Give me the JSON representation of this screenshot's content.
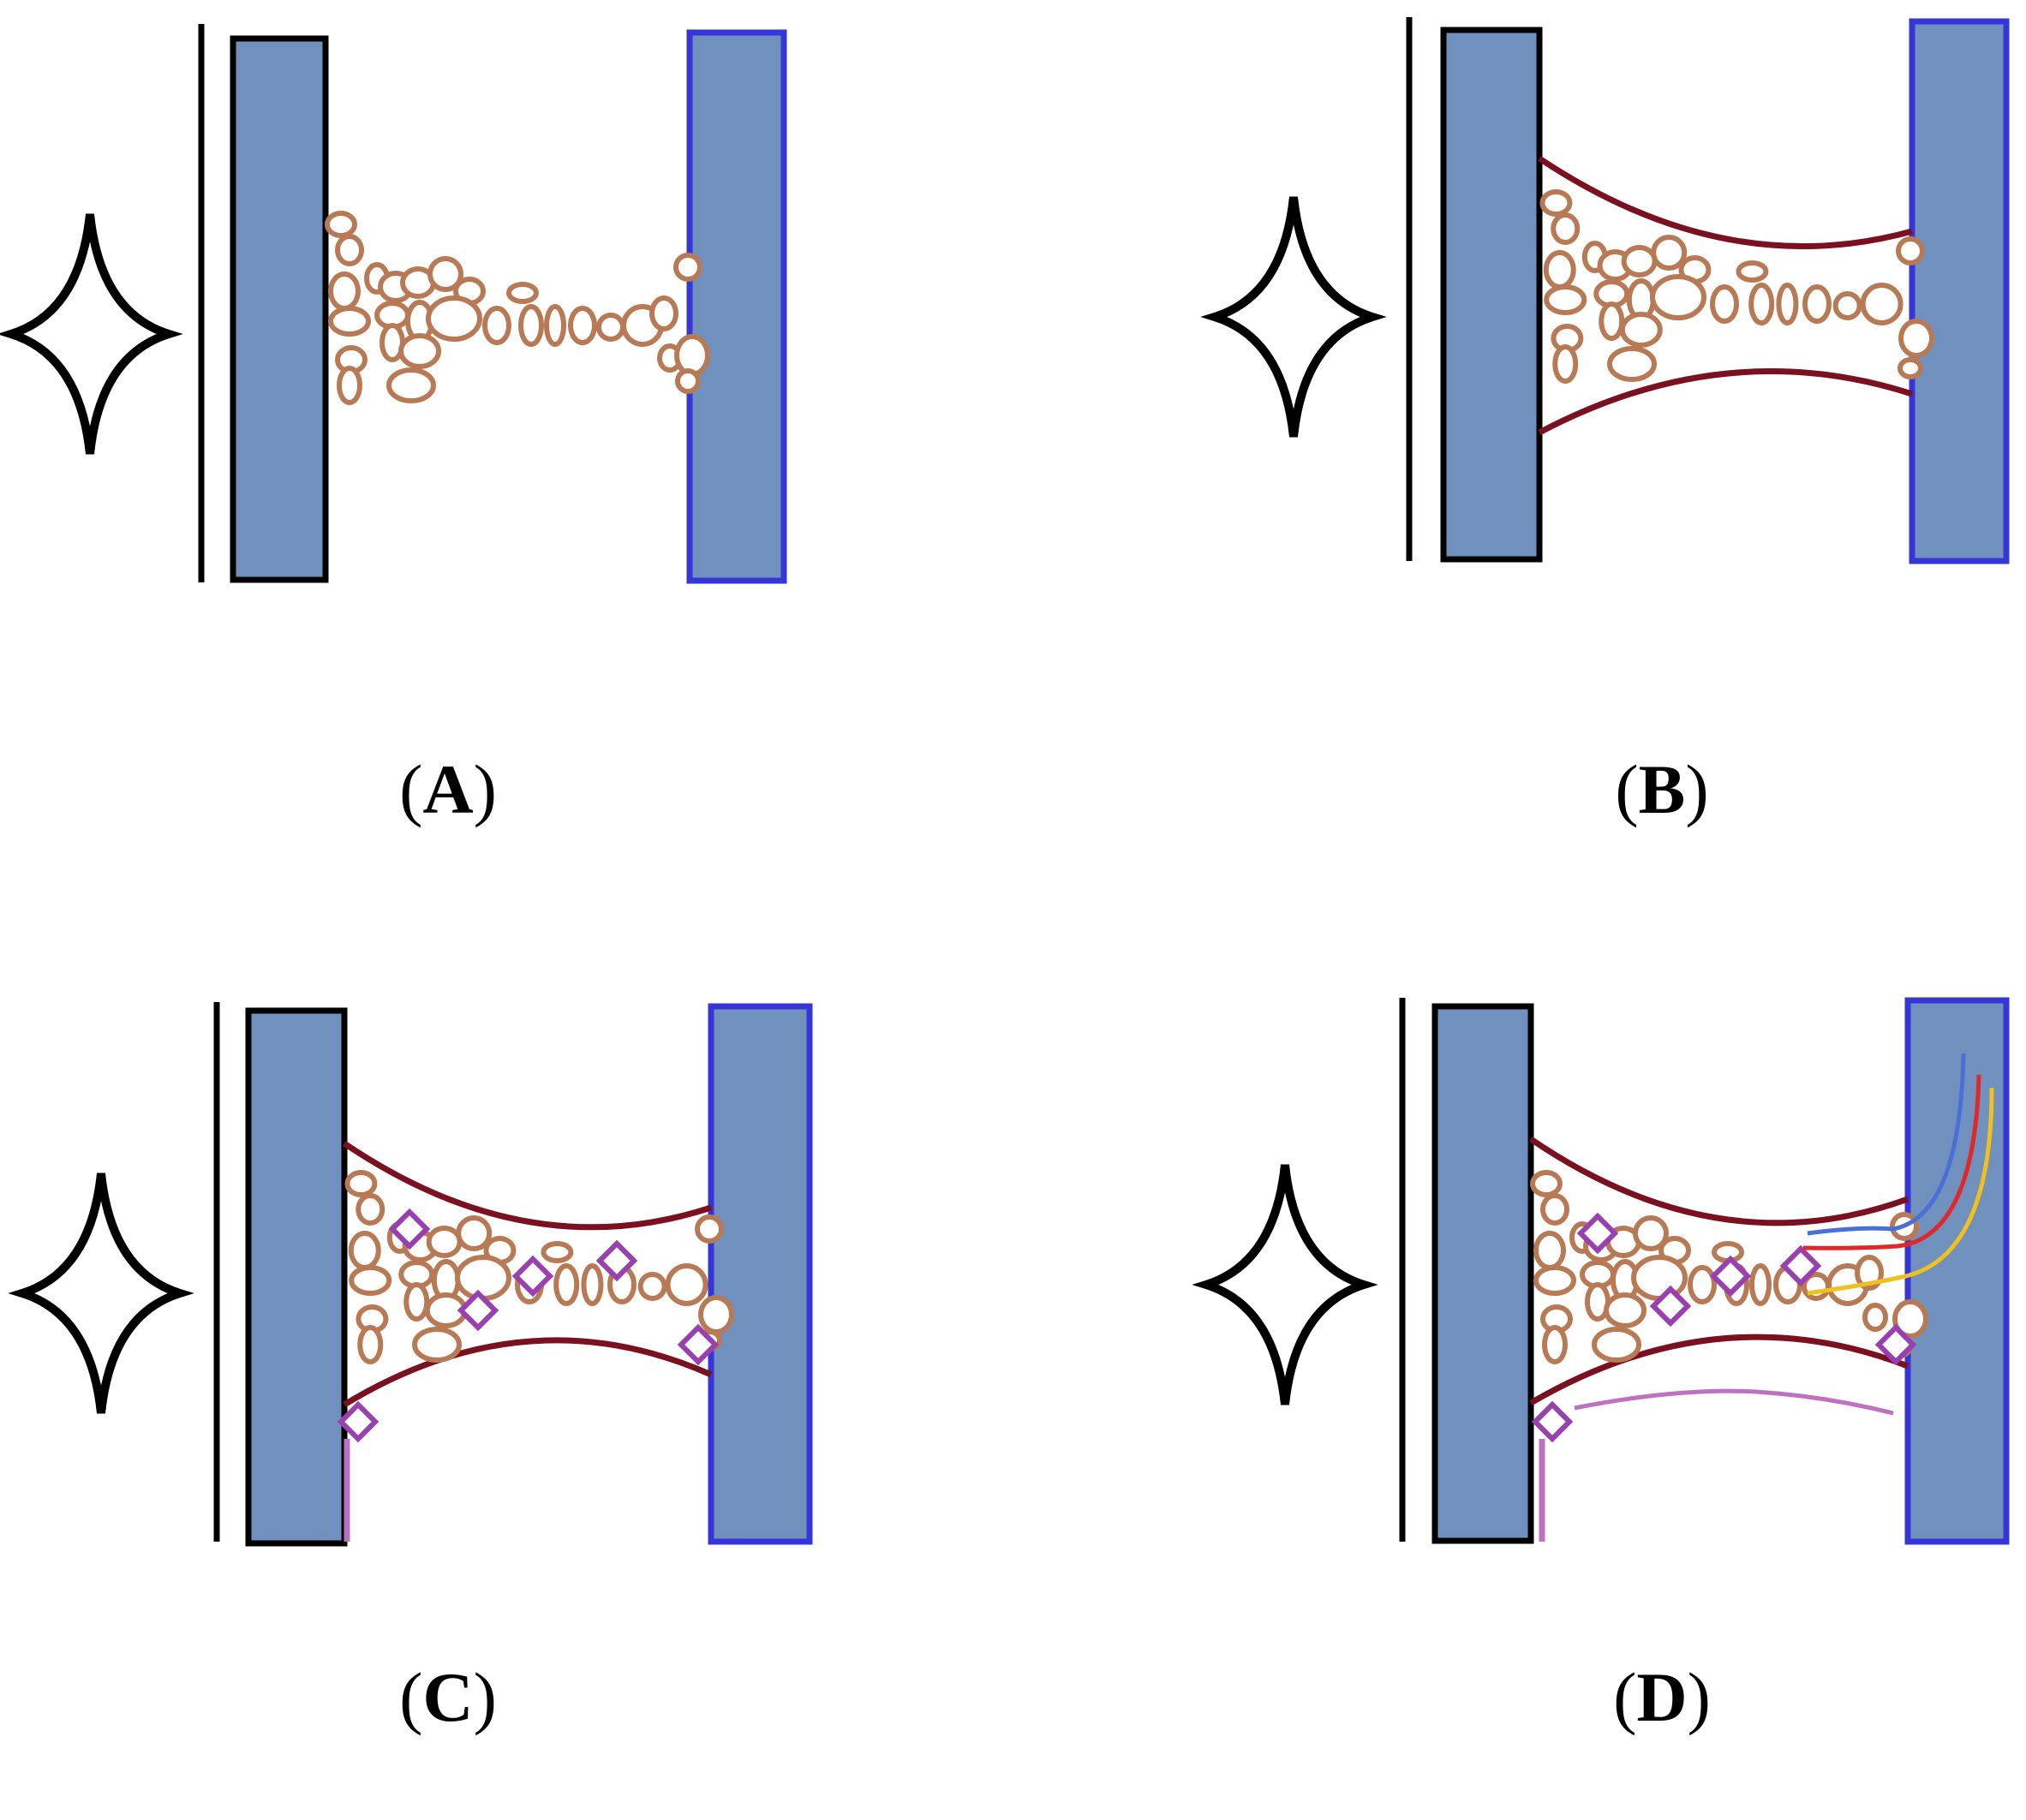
{
  "figure": {
    "colors": {
      "plate_fill": "#7091bd",
      "left_plate_border": "#000000",
      "right_plate_border": "#3535d8",
      "bubbles": "#b87a55",
      "membrane": "#7a1020",
      "diamonds": "#9a3fb0",
      "fiber_blue": "#4a6fd8",
      "fiber_red": "#e02828",
      "fiber_yellow": "#f0c020",
      "film_pink": "#c070c0"
    },
    "panels": [
      {
        "id": "A",
        "caption_letter": "A"
      },
      {
        "id": "B",
        "caption_letter": "B"
      },
      {
        "id": "C",
        "caption_letter": "C"
      },
      {
        "id": "D",
        "caption_letter": "D"
      }
    ]
  }
}
